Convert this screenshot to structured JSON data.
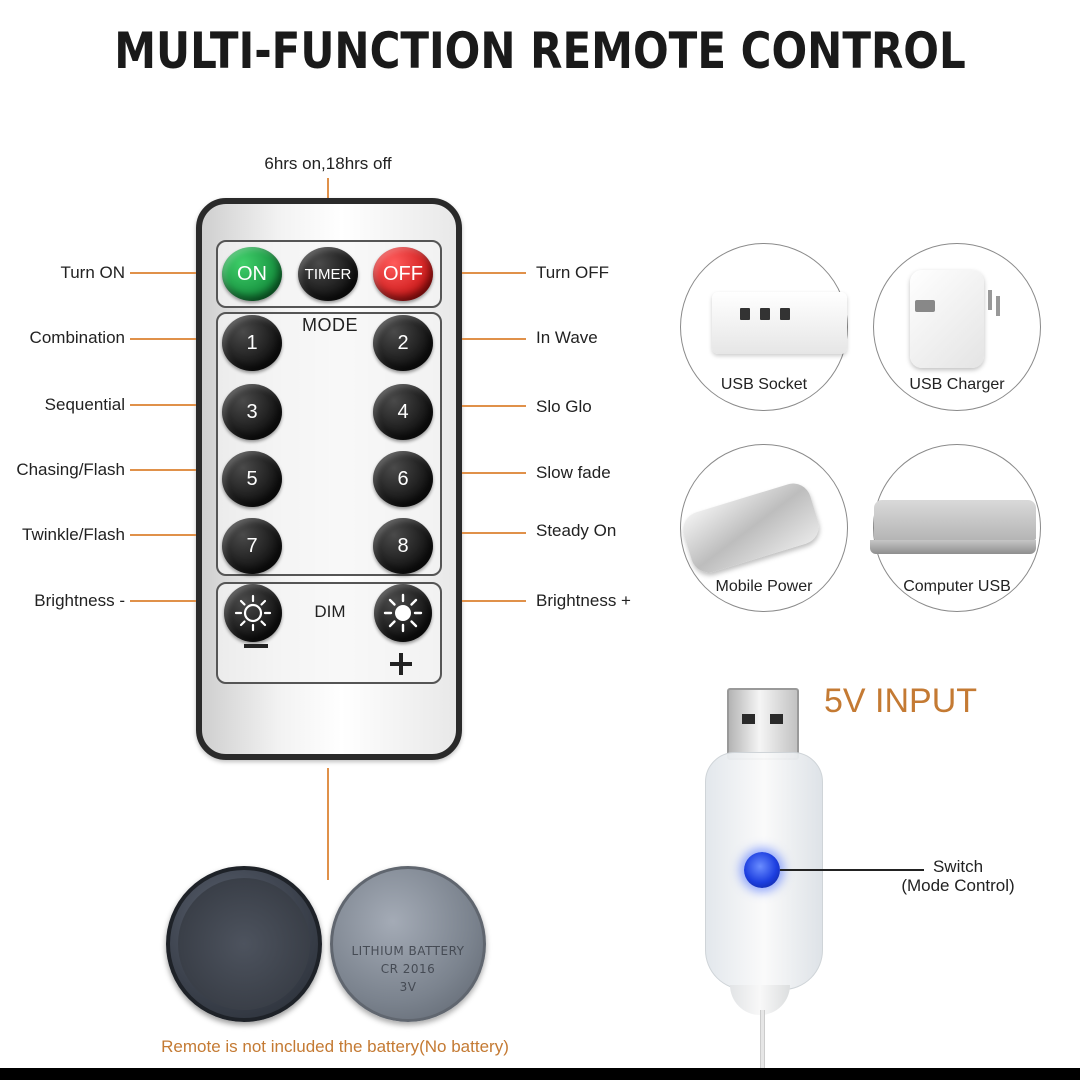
{
  "title": "MULTI-FUNCTION REMOTE CONTROL",
  "timer_note": "6hrs on,18hrs off",
  "remote": {
    "buttons": {
      "on": "ON",
      "timer": "TIMER",
      "off": "OFF",
      "mode_label": "MODE",
      "modes": [
        "1",
        "2",
        "3",
        "4",
        "5",
        "6",
        "7",
        "8"
      ],
      "dim_label": "DIM",
      "minus": "−",
      "plus": "+"
    },
    "left_labels": [
      "Turn ON",
      "Combination",
      "Sequential",
      "Chasing/Flash",
      "Twinkle/Flash",
      "Brightness -"
    ],
    "right_labels": [
      "Turn OFF",
      "In Wave",
      "Slo Glo",
      "Slow fade",
      "Steady On",
      "Brightness +"
    ]
  },
  "power_sources": [
    "USB Socket",
    "USB Charger",
    "Mobile Power",
    "Computer USB"
  ],
  "input_label": "5V INPUT",
  "switch_label": {
    "line1": "Switch",
    "line2": "(Mode Control)"
  },
  "battery": {
    "imprint": [
      "LITHIUM BATTERY",
      "CR 2016",
      "3V"
    ],
    "note": "Remote is not included the battery(No battery)"
  },
  "colors": {
    "accent": "#e0914a",
    "note_text": "#c47a33",
    "on_button": "#1ea84a",
    "off_button": "#e52020",
    "switch_led": "#2a4cff"
  },
  "icons": [
    "sun-dim-icon",
    "sun-bright-icon"
  ]
}
